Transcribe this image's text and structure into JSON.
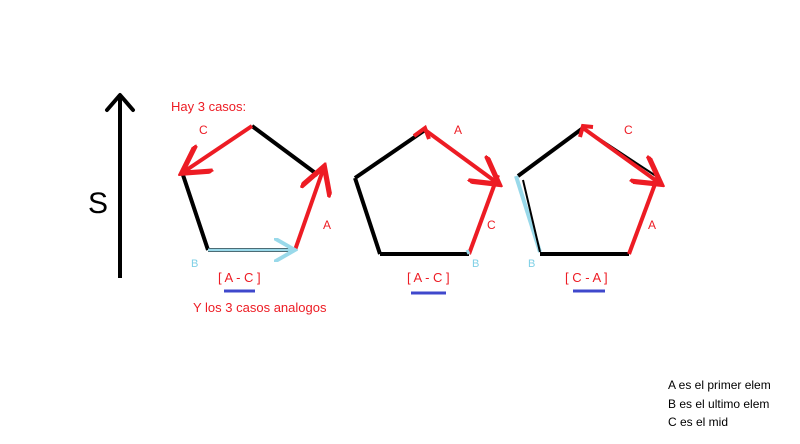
{
  "side_label": "S",
  "intro_text": "Hay 3 casos:",
  "analog_text": "Y los 3 casos analogos",
  "pentagons": [
    {
      "vertex_labels": {
        "top_left": "C",
        "right": "A",
        "bottom_left": "B"
      },
      "range": "[ A - C ]"
    },
    {
      "vertex_labels": {
        "top_right": "A",
        "right": "C",
        "bottom_right": "B"
      },
      "range": "[ A - C ]"
    },
    {
      "vertex_labels": {
        "top_right": "C",
        "right": "A",
        "bottom_left": "B"
      },
      "range": "[ C - A ]"
    }
  ],
  "legend": {
    "line1": "A es el primer elem",
    "line2": "B es el ultimo elem",
    "line3": "C es el mid"
  },
  "colors": {
    "black": "#000000",
    "red": "#ed1c24",
    "light_blue": "#99d9ea",
    "blue_underline": "#3f48cc",
    "b_label": "#7fd0e6"
  }
}
